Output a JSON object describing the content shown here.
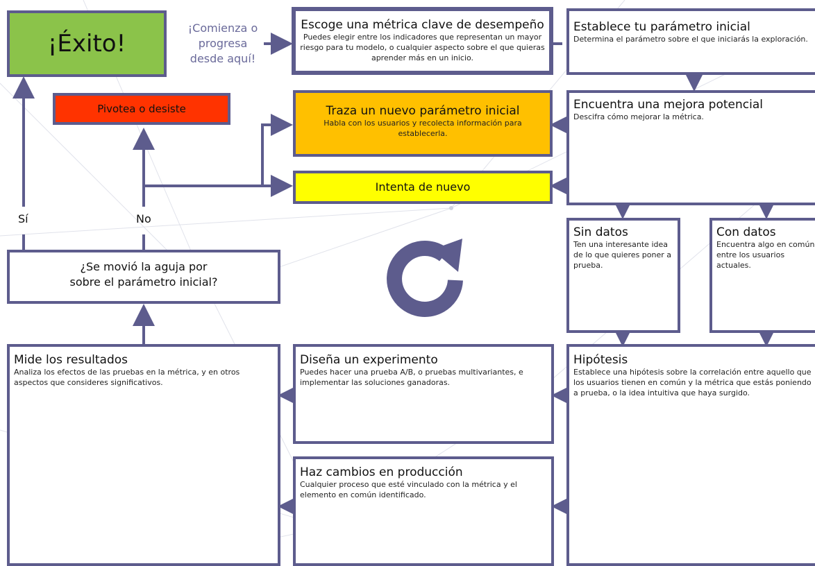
{
  "colors": {
    "border": "#5d5c8d",
    "exito": "#8bc34a",
    "pivotea": "#ff3300",
    "traza": "#ffc000",
    "intenta": "#ffff00",
    "label": "#6a6a9a"
  },
  "icons": {
    "cycle": "circular-arrow-icon"
  },
  "start_label": "¡Comienza o progresa desde aquí!",
  "exito": {
    "title": "¡Éxito!"
  },
  "pivotea": {
    "title": "Pivotea o desiste"
  },
  "escoge": {
    "title": "Escoge una métrica clave de desempeño",
    "desc": "Puedes elegir entre los indicadores que representan un mayor riesgo para tu modelo, o cualquier aspecto sobre el que quieras aprender más en un inicio."
  },
  "establece": {
    "title": "Establece tu parámetro inicial",
    "desc": "Determina el parámetro sobre el que iniciarás la exploración."
  },
  "traza": {
    "title": "Traza un nuevo parámetro inicial",
    "desc": "Habla con los usuarios y recolecta información para establecerla."
  },
  "encuentra": {
    "title": "Encuentra una mejora potencial",
    "desc": "Descifra cómo mejorar la métrica."
  },
  "intenta": {
    "title": "Intenta de nuevo"
  },
  "si_label": "Sí",
  "no_label": "No",
  "pregunta": {
    "title": "¿Se movió la aguja por sobre el parámetro inicial?"
  },
  "sin_datos": {
    "title": "Sin datos",
    "desc": "Ten una interesante idea de lo que quieres poner a prueba."
  },
  "con_datos": {
    "title": "Con datos",
    "desc": "Encuentra algo en común entre los usuarios actuales."
  },
  "mide": {
    "title": "Mide los resultados",
    "desc": "Analiza los efectos de las pruebas en la métrica, y en otros aspectos que consideres significativos."
  },
  "disena": {
    "title": "Diseña un experimento",
    "desc": "Puedes hacer una prueba A/B, o pruebas multivariantes, e implementar las soluciones ganadoras."
  },
  "hipotesis": {
    "title": "Hipótesis",
    "desc": "Establece una hipótesis sobre la correlación entre aquello que los usuarios tienen en común y la métrica que estás poniendo a prueba, o la idea intuitiva que haya surgido."
  },
  "haz": {
    "title": "Haz cambios en producción",
    "desc": "Cualquier proceso que esté vinculado con la métrica y el elemento en común identificado."
  }
}
